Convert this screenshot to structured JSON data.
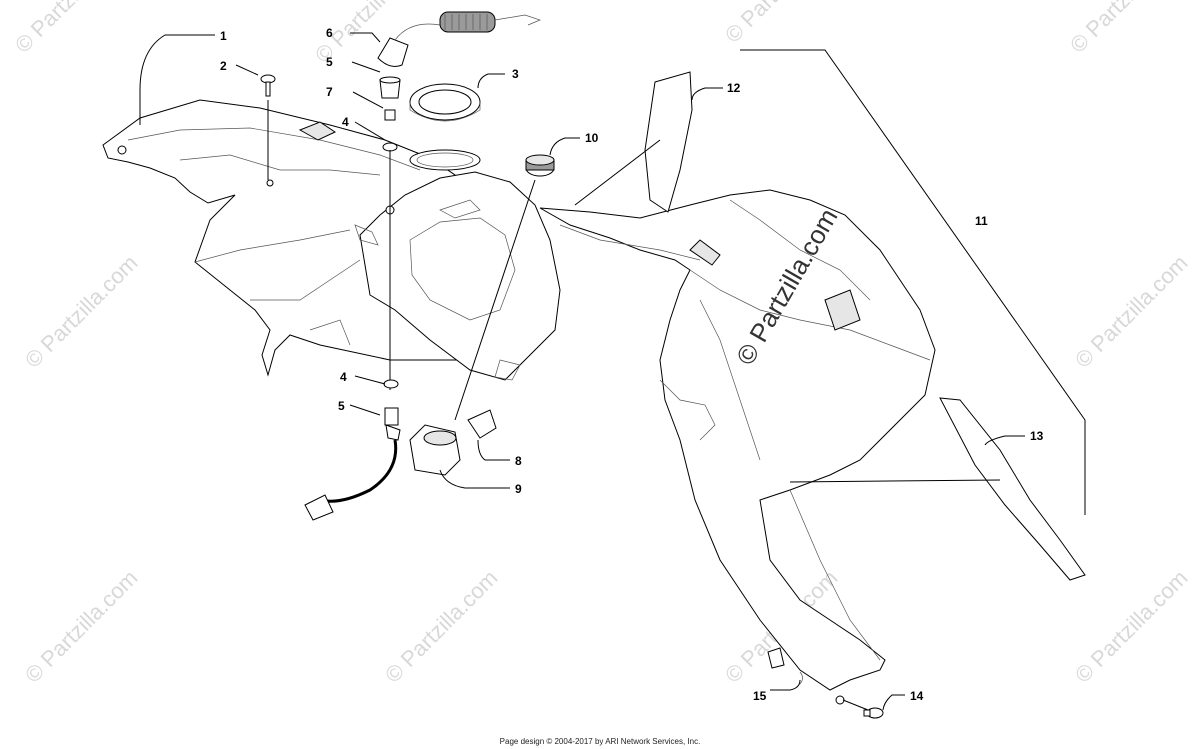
{
  "watermark": {
    "text": "© Partzilla.com",
    "color": "#d8d8d8"
  },
  "center_watermark": "© Partzilla.com",
  "footer": "Page design © 2004-2017 by ARI Network Services, Inc.",
  "callouts": [
    {
      "id": "c1",
      "label": "1"
    },
    {
      "id": "c2",
      "label": "2"
    },
    {
      "id": "c3",
      "label": "3"
    },
    {
      "id": "c4a",
      "label": "4"
    },
    {
      "id": "c4b",
      "label": "4"
    },
    {
      "id": "c5a",
      "label": "5"
    },
    {
      "id": "c5b",
      "label": "5"
    },
    {
      "id": "c6",
      "label": "6"
    },
    {
      "id": "c7",
      "label": "7"
    },
    {
      "id": "c8",
      "label": "8"
    },
    {
      "id": "c9",
      "label": "9"
    },
    {
      "id": "c10",
      "label": "10"
    },
    {
      "id": "c11",
      "label": "11"
    },
    {
      "id": "c12",
      "label": "12"
    },
    {
      "id": "c13",
      "label": "13"
    },
    {
      "id": "c14",
      "label": "14"
    },
    {
      "id": "c15",
      "label": "15"
    }
  ]
}
